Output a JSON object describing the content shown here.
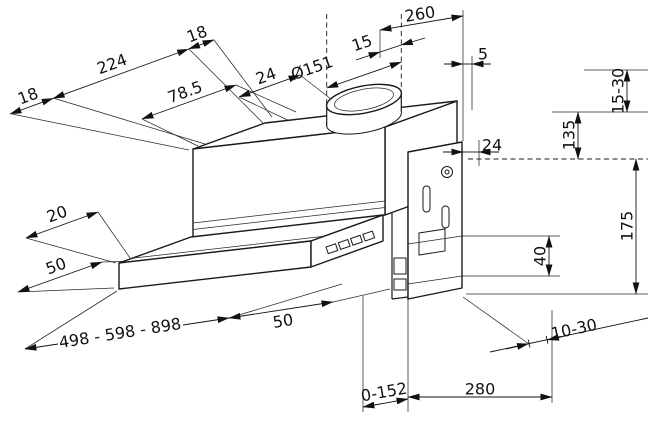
{
  "figure": {
    "kind": "installation-dimension-drawing"
  },
  "labels": {
    "d18_left": "18",
    "d224": "224",
    "d18_top": "18",
    "d78_5": "78.5",
    "d24_top": "24",
    "d151": "Ø151",
    "d15": "15",
    "d260": "260",
    "d5": "5",
    "d15_30": "15-30",
    "d135": "135",
    "d24_right": "24",
    "d20": "20",
    "d50_left": "50",
    "d175": "175",
    "d40": "40",
    "d498": "498 - 598 - 898",
    "d50_bottom": "50",
    "d10_30": "10-30",
    "d280": "280",
    "d0_152": "0-152"
  }
}
